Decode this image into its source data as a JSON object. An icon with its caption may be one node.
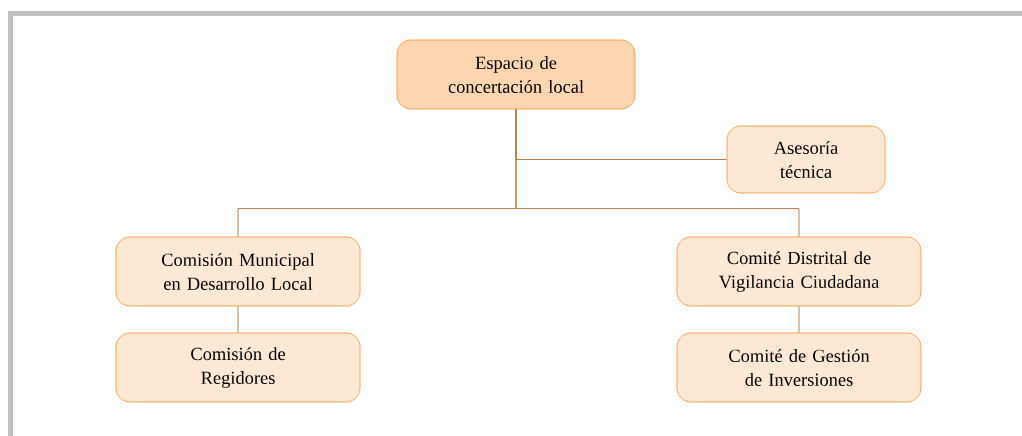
{
  "diagram": {
    "nodes": [
      {
        "text": [
          "Espacio de concertación local"
        ]
      },
      {
        "text": [
          "Asesoría técnica"
        ]
      },
      {
        "text": [
          "Comisión Municipal en Desarrollo Local"
        ]
      },
      {
        "text": [
          "Comité Distrital de Vigilancia Ciudadana"
        ]
      },
      {
        "text": [
          "Comisión de Regidores"
        ]
      },
      {
        "text": [
          "Comité de Gestión de Inversiones"
        ]
      }
    ],
    "edges": [
      {
        "from": 0,
        "to": 1,
        "arrow": "none"
      },
      {
        "from": 0,
        "to": 2,
        "arrow": "none"
      },
      {
        "from": 0,
        "to": 3,
        "arrow": "none"
      },
      {
        "from": 2,
        "to": 4,
        "arrow": "none"
      },
      {
        "from": 3,
        "to": 5,
        "arrow": "none"
      }
    ]
  }
}
